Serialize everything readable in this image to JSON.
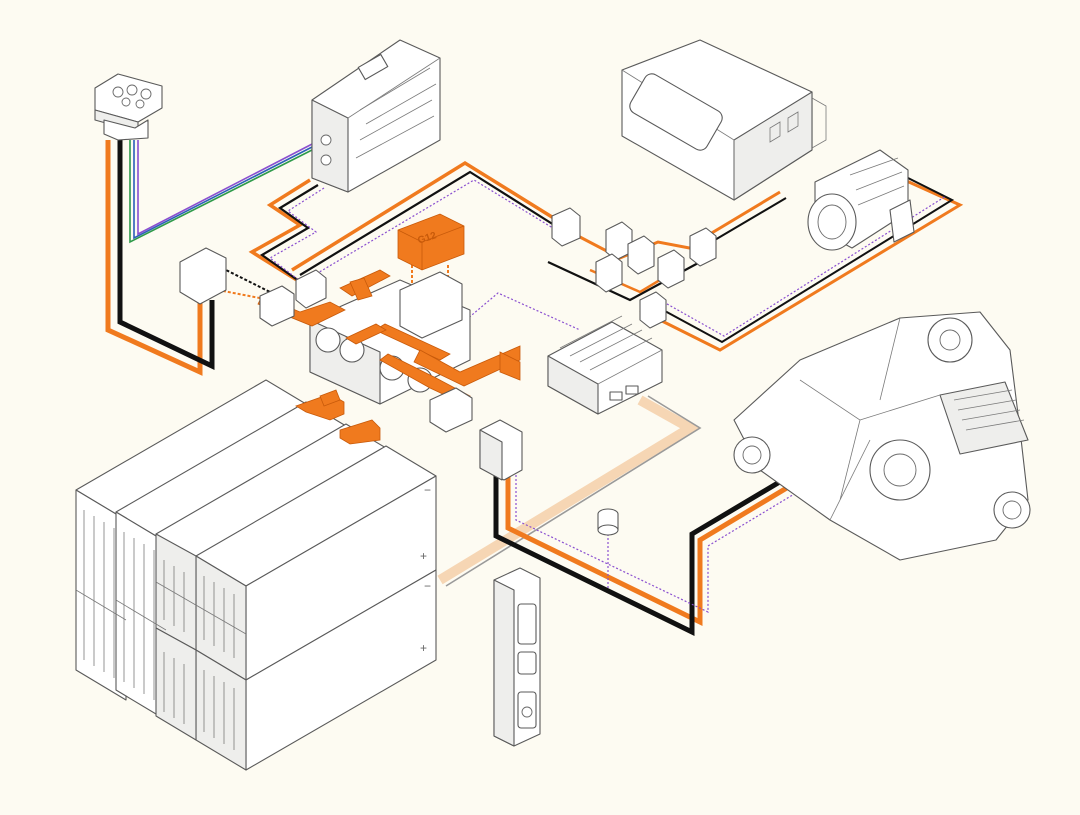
{
  "colors": {
    "background": "#fdfbf2",
    "hv_cable": "#f07a1e",
    "ground_cable": "#111111",
    "signal_dotted": "#8a4fd0",
    "lv_bundle": "#f6d6b4",
    "busbar": "#f07a1e"
  },
  "labels": {
    "fuse_box_text": "G12",
    "battery_polarity": [
      "+",
      "−",
      "+",
      "−"
    ]
  },
  "components": [
    "charge-port",
    "onboard-charger",
    "hvac-heater-box",
    "ac-compressor",
    "junction-block",
    "pdu-busbar-assembly",
    "fuse-box",
    "dc-dc-converter",
    "drive-unit",
    "battery-pack",
    "vehicle-control-module",
    "pressure-sensor"
  ]
}
